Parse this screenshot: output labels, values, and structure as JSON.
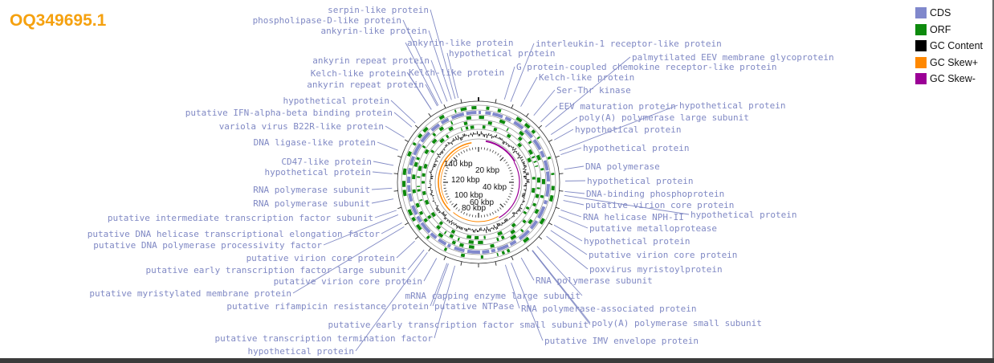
{
  "title": "OQ349695.1",
  "legend": [
    {
      "label": "CDS",
      "color": "#8088cc"
    },
    {
      "label": "ORF",
      "color": "#0d8a0d"
    },
    {
      "label": "GC Content",
      "color": "#000000"
    },
    {
      "label": "GC Skew+",
      "color": "#ff8800"
    },
    {
      "label": "GC Skew-",
      "color": "#9b0096"
    }
  ],
  "colors": {
    "cds": "#8088cc",
    "orf": "#0d8a0d",
    "gc": "#000000",
    "skew_plus": "#ff8800",
    "skew_minus": "#9b0096",
    "label": "#8089c4"
  },
  "scale_labels": [
    "140 kbp",
    "20 kbp",
    "120 kbp",
    "40 kbp",
    "100 kbp",
    "60 kbp",
    "80 kbp"
  ],
  "gene_labels": [
    "serpin-like protein",
    "phospholipase-D-like protein",
    "ankyrin-like protein",
    "ankyrin-like protein",
    "interleukin-1 receptor-like protein",
    "hypothetical protein",
    "palmytilated EEV membrane glycoprotein",
    "ankyrin repeat protein",
    "G protein-coupled chemokine receptor-like protein",
    "Kelch-like protein",
    "Kelch-like protein",
    "Kelch-like protein",
    "ankyrin repeat protein",
    "Ser-Thr kinase",
    "hypothetical protein",
    "EEV maturation protein",
    "hypothetical protein",
    "putative IFN-alpha-beta binding protein",
    "poly(A) polymerase large subunit",
    "variola virus B22R-like protein",
    "hypothetical protein",
    "DNA ligase-like protein",
    "hypothetical protein",
    "CD47-like protein",
    "DNA polymerase",
    "hypothetical protein",
    "hypothetical protein",
    "RNA polymerase subunit",
    "DNA-binding phosphoprotein",
    "RNA polymerase subunit",
    "putative virion core protein",
    "hypothetical protein",
    "putative intermediate transcription factor subunit",
    "RNA helicase NPH-II",
    "putative metalloprotease",
    "putative DNA helicase transcriptional elongation factor",
    "hypothetical protein",
    "putative DNA polymerase processivity factor",
    "putative virion core protein",
    "putative virion core protein",
    "poxvirus myristoylprotein",
    "putative early transcription factor large subunit",
    "putative virion core protein",
    "RNA polymerase subunit",
    "putative myristylated membrane protein",
    "mRNA capping enzyme large subunit",
    "putative rifampicin resistance protein",
    "putative NTPase",
    "RNA polymerase-associated protein",
    "poly(A) polymerase small subunit",
    "putative early transcription factor small subunit",
    "putative transcription termination factor",
    "putative IMV envelope protein",
    "hypothetical protein"
  ]
}
